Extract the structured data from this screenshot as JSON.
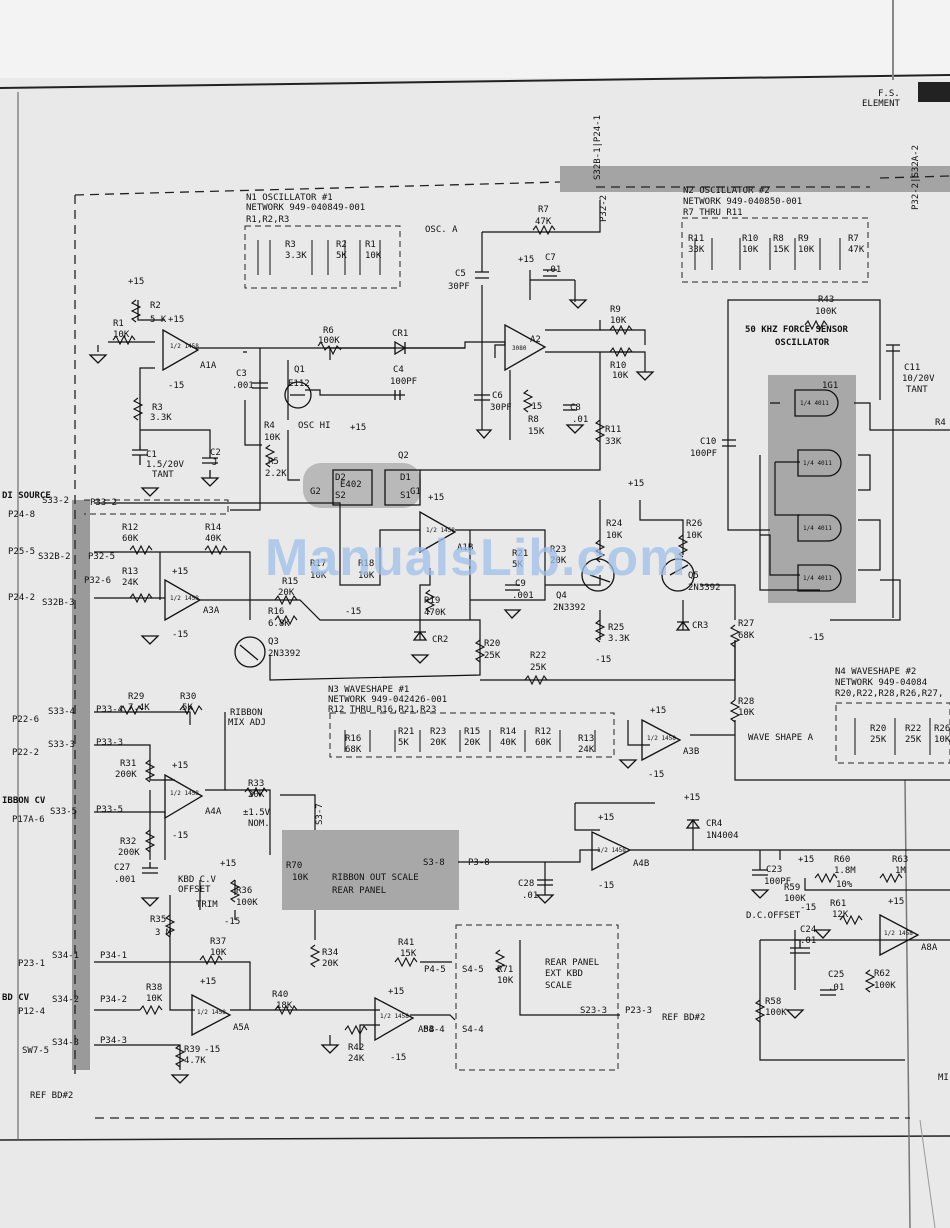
{
  "watermark": "ManualsLib.com",
  "header": {
    "fs_element": "F.S.",
    "fs_element2": "ELEMENT"
  },
  "nets": {
    "s32b_p24_1": "S32B-1|P24-1",
    "p32_2": "P32-2",
    "p32_s32a_2": "P32-2|S32A-2"
  },
  "blocks": {
    "n1_title": "N1 OSCILLATOR #1",
    "n1_network": "NETWORK 949-040849-001",
    "n1_parts": "R1,R2,R3",
    "n2_title": "N2 OSCILLATOR #2",
    "n2_network": "NETWORK 949-040850-001",
    "n2_parts": "R7 THRU R11",
    "osc_a": "OSC. A",
    "osc_hi": "OSC HI",
    "fs_osc_1": "50 KHZ FORCE SENSOR",
    "fs_osc_2": "OSCILLATOR",
    "n3_title": "N3 WAVESHAPE #1",
    "n3_network": "NETWORK 949-042426-001",
    "n3_parts": "R12 THRU R16,R21,R23",
    "n4_title": "N4 WAVESHAPE #2",
    "n4_network": "NETWORK 949-04084",
    "n4_parts": "R20,R22,R28,R26,R27,",
    "wave_shape_a": "WAVE SHAPE A",
    "ribbon_out_1": "RIBBON OUT SCALE",
    "ribbon_out_2": "REAR PANEL",
    "rear_ext_1": "REAR PANEL",
    "rear_ext_2": "EXT KBD",
    "rear_ext_3": "SCALE",
    "ribbon_mix_1": "RIBBON",
    "ribbon_mix_2": "MIX ADJ",
    "kbd_cv_1": "KBD C.V",
    "kbd_cv_2": "OFFSET",
    "kbd_cv_3": "TRIM",
    "dc_offset": "D.C.OFFSET",
    "ref_bd2_right": "REF BD#2",
    "ref_bd2_left": "REF BD#2",
    "mi": "MI"
  },
  "left_labels": {
    "source": "DI SOURCE",
    "p24_8": "P24-8",
    "p25_5": "P25-5",
    "p24_2": "P24-2",
    "p22_6": "P22-6",
    "p22_2": "P22-2",
    "ribbon_cv": "IBBON CV",
    "p17a_6": "P17A-6",
    "p23_1": "P23-1",
    "bd_cv": "BD CV",
    "p12_4": "P12-4",
    "sw7_5": "SW7-5",
    "s33_2": "S33-2",
    "s32b_2": "S32B-2",
    "s32b_3": "S32B-3",
    "s33_4": "S33-4",
    "s33_3": "S33-3",
    "s33_5": "S33-5",
    "s34_1": "S34-1",
    "s34_2": "S34-2",
    "s34_3": "S34-3"
  },
  "conn_labels": {
    "p33_2": "P33-2",
    "p32_5": "P32-5",
    "p32_6": "P32-6",
    "p33_4": "P33-4",
    "p33_3": "P33-3",
    "p33_5": "P33-5",
    "p34_1": "P34-1",
    "p34_2": "P34-2",
    "p34_3": "P34-3",
    "s3_8": "S3-8",
    "p3_8": "P3-8",
    "s3_7": "S3-7",
    "s4_5": "S4-5",
    "p4_5": "P4-5",
    "s4_4": "S4-4",
    "p4_4": "P4-4",
    "s23_3": "S23-3",
    "p23_3": "P23-3"
  },
  "opamps": [
    {
      "ref": "A1A",
      "type": "1/2\n1458"
    },
    {
      "ref": "A2",
      "type": "3080"
    },
    {
      "ref": "A1B",
      "type": "1/2\n1458"
    },
    {
      "ref": "A3A",
      "type": "1/2\n1458"
    },
    {
      "ref": "A4A",
      "type": "1/2\n1458"
    },
    {
      "ref": "A3B",
      "type": "1/2\n1458"
    },
    {
      "ref": "A4B",
      "type": "1/2\n1458"
    },
    {
      "ref": "A5A",
      "type": "1/2\n1458"
    },
    {
      "ref": "A5B",
      "type": "1/2\n1458"
    },
    {
      "ref": "A8A",
      "type": "1/2\n1458"
    }
  ],
  "gates": [
    {
      "ref": "1G1",
      "type": "1/4\n4011"
    },
    {
      "ref": "",
      "type": "1/4\n4011"
    },
    {
      "ref": "",
      "type": "1/4\n4011"
    },
    {
      "ref": "",
      "type": "1/4\n4011"
    }
  ],
  "transistors": [
    {
      "ref": "Q1",
      "type": "E112"
    },
    {
      "ref": "Q2",
      "type": "E402"
    },
    {
      "ref": "Q3",
      "type": "2N3392"
    },
    {
      "ref": "Q4",
      "type": "2N3392"
    },
    {
      "ref": "Q5",
      "type": "2N3392"
    }
  ],
  "components": {
    "r1": "R1",
    "r1v": "10K",
    "r2": "R2",
    "r2v": "5 K",
    "r3": "R3",
    "r3v": "3.3K",
    "r4": "R4",
    "r4v": "10K",
    "r5": "R5",
    "r5v": "2.2K",
    "r6": "R6",
    "r6v": "100K",
    "r7": "R7",
    "r7v": "47K",
    "r8": "R8",
    "r8v": "15K",
    "r9": "R9",
    "r9v": "10K",
    "r10": "R10",
    "r10v": "10K",
    "r11": "R11",
    "r11v": "33K",
    "r12": "R12",
    "r12v": "60K",
    "r13": "R13",
    "r13v": "24K",
    "r14": "R14",
    "r14v": "40K",
    "r15": "R15",
    "r15v": "20K",
    "r16": "R16",
    "r16v": "6.8K",
    "r17": "R17",
    "r17v": "10K",
    "r18": "R18",
    "r18v": "10K",
    "r19": "R19",
    "r19v": "470K",
    "r20": "R20",
    "r20v": "25K",
    "r21": "R21",
    "r21v": "5K",
    "r22": "R22",
    "r22v": "25K",
    "r23": "R23",
    "r23v": "20K",
    "r24": "R24",
    "r24v": "10K",
    "r25": "R25",
    "r25v": "3.3K",
    "r26": "R26",
    "r26v": "10K",
    "r27": "R27",
    "r27v": "68K",
    "r28": "R28",
    "r28v": "10K",
    "r29": "R29",
    "r29v": "7.4K",
    "r30": "R30",
    "r30v": "5K",
    "r31": "R31",
    "r31v": "200K",
    "r32": "R32",
    "r32v": "200K",
    "r33": "R33",
    "r33v": "20K",
    "r33tol": "±1.5V",
    "r33nom": "NOM.",
    "r34": "R34",
    "r34v": "20K",
    "r35": "R35",
    "r35v": "3 M",
    "r36": "R36",
    "r36v": "100K",
    "r37": "R37",
    "r37v": "10K",
    "r38": "R38",
    "r38v": "10K",
    "r39": "R39",
    "r39v": "4.7K",
    "r40": "R40",
    "r40v": "18K",
    "r41": "R41",
    "r41v": "15K",
    "r42": "R42",
    "r42v": "24K",
    "r43": "R43",
    "r43v": "100K",
    "r58": "R58",
    "r58v": "100K",
    "r59": "R59",
    "r59v": "100K",
    "r60": "R60",
    "r60v": "1.8M",
    "r60t": "10%",
    "r61": "R61",
    "r61v": "12K",
    "r62": "R62",
    "r62v": "100K",
    "r63": "R63",
    "r63v": "1M",
    "r70": "R70",
    "r70v": "10K",
    "r71": "R71",
    "r71v": "10K",
    "r4x": "R4",
    "c1": "C1",
    "c1v": "1.5/20V",
    "c1t": "TANT",
    "c2": "C2",
    "c2v": "J",
    "c3": "C3",
    "c3v": ".001",
    "c4": "C4",
    "c4v": "100PF",
    "c5": "C5",
    "c5v": "30PF",
    "c6": "C6",
    "c6v": "30PF",
    "c7": "C7",
    "c7v": ".01",
    "c8": "C8",
    "c8v": ".01",
    "c9": "C9",
    "c9v": ".001",
    "c10": "C10",
    "c10v": "100PF",
    "c11": "C11",
    "c11v": "10/20V",
    "c11t": "TANT",
    "c23": "C23",
    "c23v": "100PF",
    "c24": "C24",
    "c24v": ".01",
    "c25": "C25",
    "c25v": ".01",
    "c27": "C27",
    "c27v": ".001",
    "c28": "C28",
    "c28v": ".01",
    "cr1": "CR1",
    "cr2": "CR2",
    "cr3": "CR3",
    "cr4": "CR4",
    "cr4v": "1N4004",
    "s2": "S2",
    "d2": "D2",
    "g2": "G2",
    "s1": "S1",
    "d1": "D1",
    "g1": "G1",
    "pos15": "+15",
    "neg15": "-15",
    "b1": "1",
    "b2": "2",
    "b3": "3",
    "b4": "4",
    "b5": "5",
    "b6": "6",
    "b7": "7",
    "b8": "8",
    "b9": "9",
    "b10": "10",
    "b11": "11",
    "b12": "12",
    "b13": "13",
    "b14": "14"
  },
  "network_resistors": {
    "n1": [
      {
        "ref": "R3",
        "val": "3.3K"
      },
      {
        "ref": "R2",
        "val": "5K"
      },
      {
        "ref": "R1",
        "val": "10K"
      }
    ],
    "n2": [
      {
        "ref": "R11",
        "val": "33K"
      },
      {
        "ref": "R10",
        "val": "10K"
      },
      {
        "ref": "R8",
        "val": "15K"
      },
      {
        "ref": "R9",
        "val": "10K"
      },
      {
        "ref": "R7",
        "val": "47K"
      }
    ],
    "n3": [
      {
        "ref": "R16",
        "val": "68K"
      },
      {
        "ref": "R21",
        "val": "5K"
      },
      {
        "ref": "R23",
        "val": "20K"
      },
      {
        "ref": "R15",
        "val": "20K"
      },
      {
        "ref": "R14",
        "val": "40K"
      },
      {
        "ref": "R12",
        "val": "60K"
      },
      {
        "ref": "R13",
        "val": "24K"
      }
    ],
    "n4": [
      {
        "ref": "R20",
        "val": "25K"
      },
      {
        "ref": "R22",
        "val": "25K"
      },
      {
        "ref": "R26",
        "val": "10K"
      }
    ]
  }
}
